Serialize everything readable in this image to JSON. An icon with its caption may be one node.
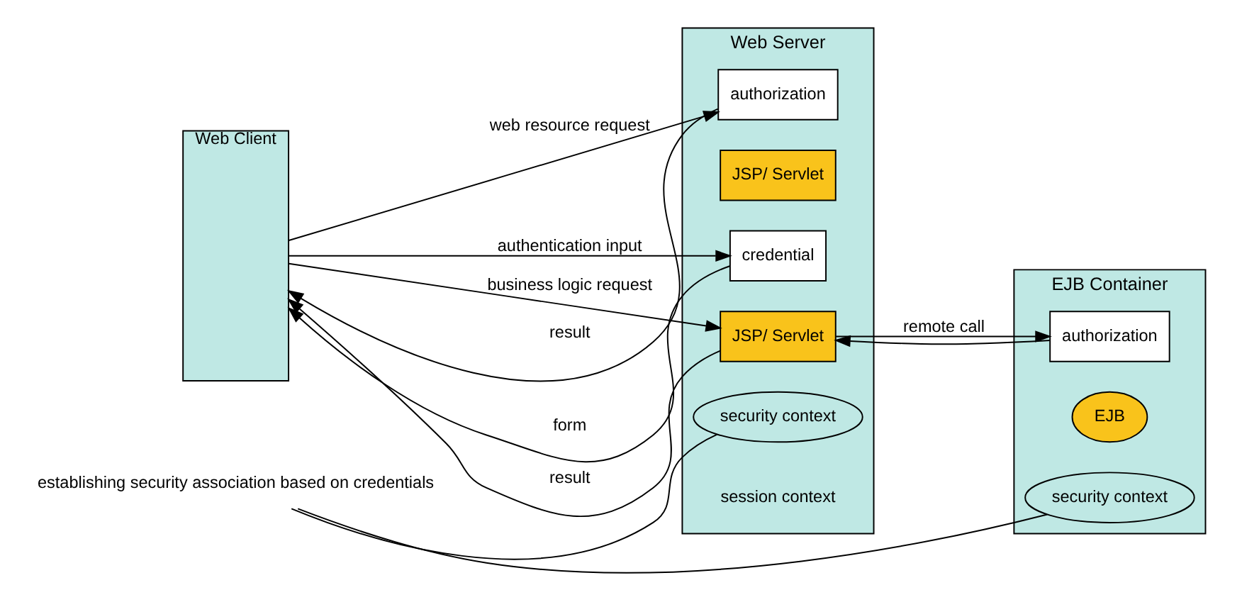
{
  "diagram": {
    "nodes": [
      {
        "text": [
          "Web Client"
        ]
      },
      {
        "text": [
          "Web Server"
        ]
      },
      {
        "text": [
          "authorization"
        ],
        "in": 1
      },
      {
        "text": [
          "JSP/ Servlet"
        ],
        "in": 1
      },
      {
        "text": [
          "credential"
        ],
        "in": 1
      },
      {
        "text": [
          "JSP/ Servlet"
        ],
        "in": 1
      },
      {
        "text": [
          "security context"
        ],
        "in": 1
      },
      {
        "text": [
          "EJB Container"
        ]
      },
      {
        "text": [
          "authorization"
        ],
        "in": 7
      },
      {
        "text": [
          "EJB"
        ],
        "in": 7
      },
      {
        "text": [
          "security context"
        ],
        "in": 7
      },
      {
        "text": [
          "establishing security association based on credentials"
        ]
      }
    ],
    "edges": [
      {
        "from": 0,
        "to": 2,
        "arrow": "to",
        "label": "web resource request"
      },
      {
        "from": 4,
        "to": 0,
        "arrow": "to",
        "label": "form"
      },
      {
        "from": 0,
        "to": 4,
        "arrow": "to",
        "label": "authentication input"
      },
      {
        "from": 2,
        "to": 0,
        "arrow": "to",
        "label": "result"
      },
      {
        "from": 0,
        "to": 5,
        "arrow": "to",
        "label": "business logic request"
      },
      {
        "from": 5,
        "to": 0,
        "arrow": "to",
        "label": "result"
      },
      {
        "from": 5,
        "to": 8,
        "arrow": "to",
        "label": "remote call"
      },
      {
        "from": 8,
        "to": 5,
        "arrow": "to"
      },
      {
        "from": 11,
        "to": 6,
        "arrow": "none"
      },
      {
        "from": 11,
        "to": 10,
        "arrow": "none"
      }
    ],
    "labels": [
      "session context"
    ]
  }
}
